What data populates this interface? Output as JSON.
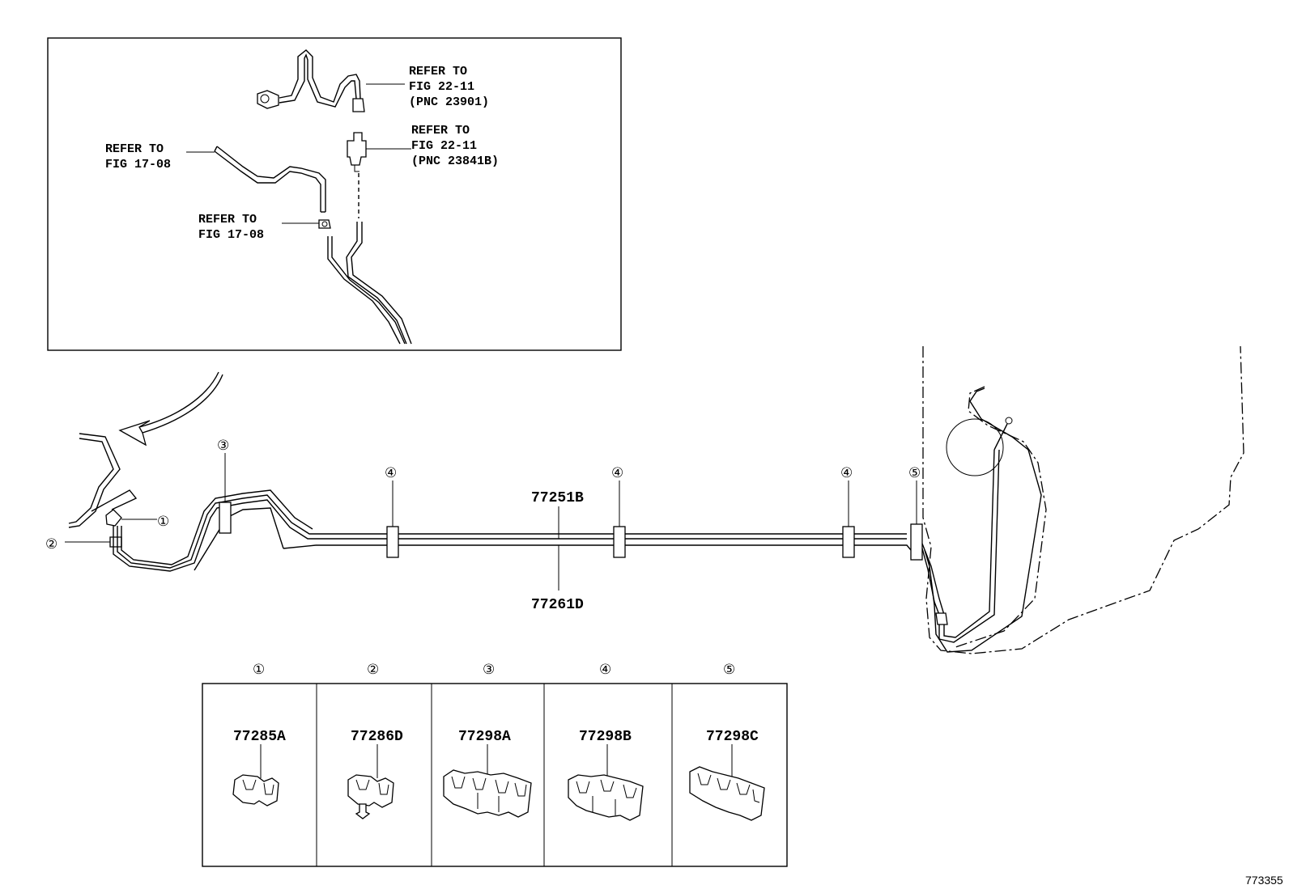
{
  "inset": {
    "ref_22_11_a": [
      "REFER TO",
      "FIG 22-11",
      "(PNC 23901)"
    ],
    "ref_22_11_b": [
      "REFER TO",
      "FIG 22-11",
      "(PNC 23841B)"
    ],
    "ref_17_08_a": [
      "REFER TO",
      "FIG 17-08"
    ],
    "ref_17_08_b": [
      "REFER TO",
      "FIG 17-08"
    ]
  },
  "main": {
    "part_upper": "77251B",
    "part_lower": "77261D",
    "callouts": [
      "①",
      "②",
      "③",
      "④",
      "④",
      "④",
      "⑤"
    ]
  },
  "legend": {
    "cells": [
      {
        "num": "①",
        "part": "77285A"
      },
      {
        "num": "②",
        "part": "77286D"
      },
      {
        "num": "③",
        "part": "77298A"
      },
      {
        "num": "④",
        "part": "77298B"
      },
      {
        "num": "⑤",
        "part": "77298C"
      }
    ]
  },
  "figure_id": "773355"
}
